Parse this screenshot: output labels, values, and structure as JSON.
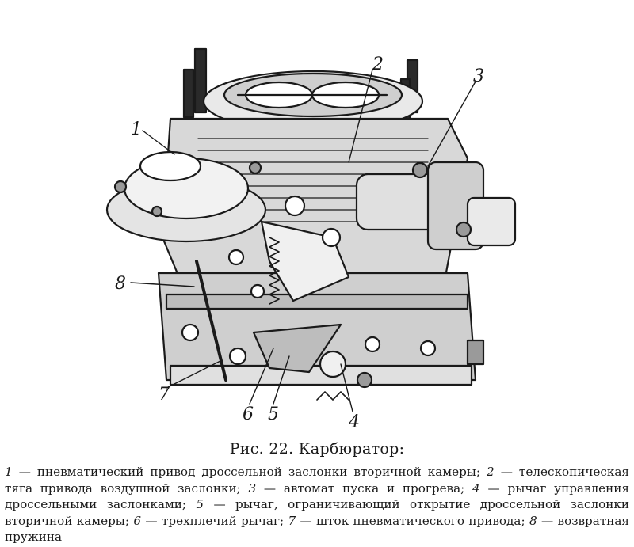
{
  "figure": {
    "callouts": [
      "1",
      "2",
      "3",
      "4",
      "5",
      "6",
      "7",
      "8"
    ]
  },
  "caption": {
    "title": "Рис. 22. Карбюратор:",
    "legend": [
      {
        "num": "1",
        "text": " — пневматический привод дроссельной заслонки вторичной камеры; "
      },
      {
        "num": "2",
        "text": " — телескопическая тяга привода воздушной заслонки; "
      },
      {
        "num": "3",
        "text": " — автомат пуска и прогрева; "
      },
      {
        "num": "4",
        "text": " — рычаг управления дроссельными заслонками; "
      },
      {
        "num": "5",
        "text": " — рычаг, ограничивающий открытие дроссельной заслонки вторичной камеры; "
      },
      {
        "num": "6",
        "text": " — трехплечий рычаг; "
      },
      {
        "num": "7",
        "text": " — шток пневматического привода; "
      },
      {
        "num": "8",
        "text": " — возвратная пружина"
      }
    ]
  }
}
